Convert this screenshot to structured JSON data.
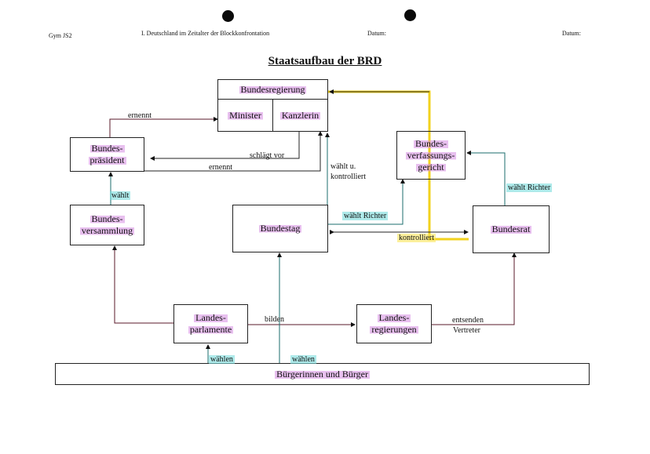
{
  "header": {
    "class": "Gym JS2",
    "topic": "I. Deutschland im Zeitalter der Blockkonfrontation",
    "date1": "Datum:",
    "date2": "Datum:"
  },
  "title": "Staatsaufbau der BRD",
  "boxes": {
    "bundesregierung": "Bundesregierung",
    "minister": "Minister",
    "kanzlerin": "Kanzlerin",
    "bundespraesident_1": "Bundes-",
    "bundespraesident_2": "präsident",
    "bundesversammlung_1": "Bundes-",
    "bundesversammlung_2": "versammlung",
    "bundestag": "Bundestag",
    "bverfg_1": "Bundes-",
    "bverfg_2": "verfassungs-",
    "bverfg_3": "gericht",
    "bundesrat": "Bundesrat",
    "landesparlamente_1": "Landes-",
    "landesparlamente_2": "parlamente",
    "landesregierungen_1": "Landes-",
    "landesregierungen_2": "regierungen",
    "buerger": "Bürgerinnen und Bürger"
  },
  "labels": {
    "ernennt_top": "ernennt",
    "schlaegt_vor": "schlägt vor",
    "ernennt_bottom": "ernennt",
    "waehlt": "wählt",
    "waehlt_u": "wählt u.",
    "kontrolliert_1": "kontrolliert",
    "waehlt_richter_1": "wählt Richter",
    "waehlt_richter_2": "wählt Richter",
    "kontrolliert_2": "kontrolliert",
    "bilden": "bilden",
    "entsenden": "entsenden",
    "vertreter": "Vertreter",
    "waehlen_1": "wählen",
    "waehlen_2": "wählen"
  },
  "colors": {
    "line_dark": "#222222",
    "line_maroon": "#5a1a2a",
    "line_teal": "#1b6e6e",
    "line_yellow": "#f2d21e"
  }
}
